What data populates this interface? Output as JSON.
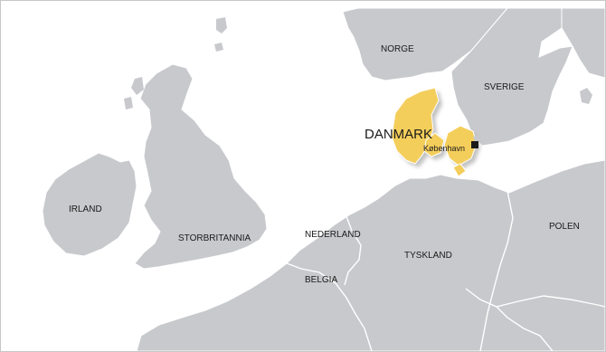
{
  "colors": {
    "sea": "#ffffff",
    "land": "#c8c9cd",
    "border": "#ffffff",
    "highlight": "#f4ce5b",
    "highlight_shadow": "#b8b8b8",
    "label": "#1a1a1a",
    "city_marker": "#1a1a1a"
  },
  "map": {
    "focus_country": "DANMARK",
    "capital": "København",
    "countries": {
      "norway": "NORGE",
      "sweden": "SVERIGE",
      "ireland": "IRLAND",
      "great_britain": "STORBRITANNIA",
      "netherlands": "NEDERLAND",
      "belgium": "BELGIA",
      "germany": "TYSKLAND",
      "poland": "POLEN"
    }
  }
}
